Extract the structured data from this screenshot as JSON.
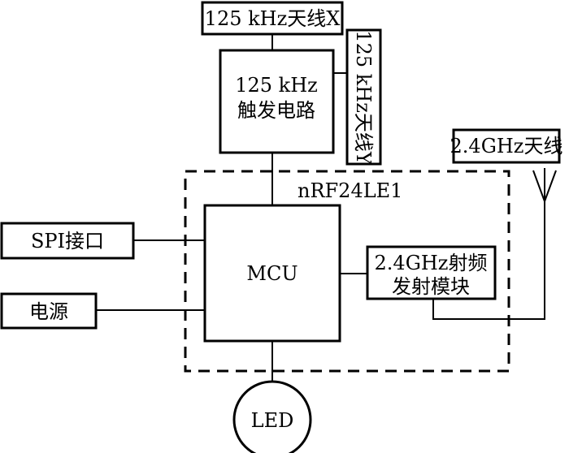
{
  "labels": {
    "antenna_x": "125 kHz天线X",
    "antenna_y": "125 kHz天线Y",
    "trigger_line1": "125 kHz",
    "trigger_line2": "触发电路",
    "antenna_24": "2.4GHz天线",
    "chip": "nRF24LE1",
    "spi": "SPI接口",
    "power": "电源",
    "mcu": "MCU",
    "rf_line1": "2.4GHz射频",
    "rf_line2": "发射模块",
    "led": "LED"
  }
}
